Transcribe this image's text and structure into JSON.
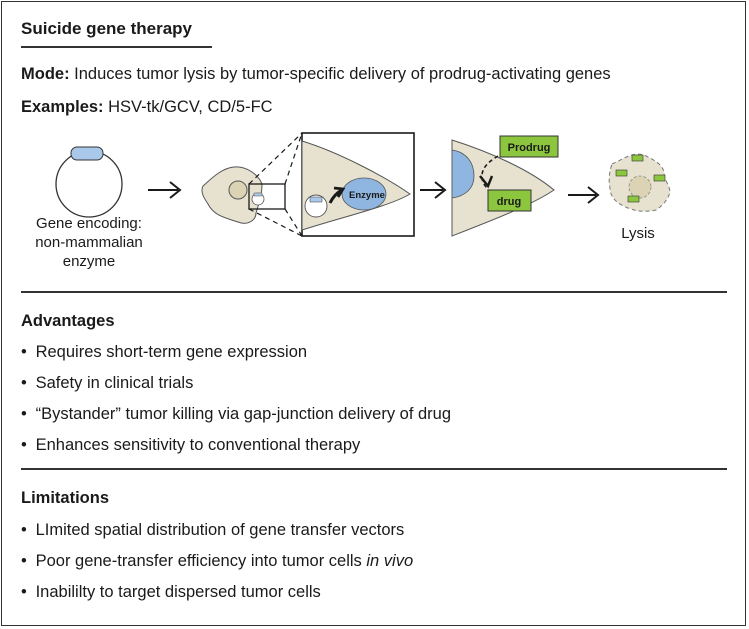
{
  "header": {
    "title": "Suicide gene therapy",
    "mode_label": "Mode:",
    "mode_text": "Induces tumor lysis by tumor-specific delivery of prodrug-activating genes",
    "examples_label": "Examples:",
    "examples_text": "HSV-tk/GCV, CD/5-FC"
  },
  "diagram": {
    "gene_caption_1": "Gene encoding:",
    "gene_caption_2": "non-mammalian",
    "gene_caption_3": "enzyme",
    "enzyme_label": "Enzyme",
    "prodrug_label": "Prodrug",
    "drug_label": "drug",
    "lysis_label": "Lysis"
  },
  "advantages": {
    "heading": "Advantages",
    "items": [
      "Requires short-term gene expression",
      "Safety in clinical trials",
      "“Bystander” tumor killing via gap-junction delivery of drug",
      "Enhances sensitivity to conventional therapy"
    ]
  },
  "limitations": {
    "heading": "Limitations",
    "item_1": "LImited spatial distribution of gene transfer vectors",
    "item_2_main": "Poor gene-transfer efficiency into tumor cells ",
    "item_2_italic": "in vivo",
    "item_3": "Inabililty to target dispersed tumor cells"
  },
  "colors": {
    "cell_fill": "#e6e2cf",
    "nucleus_fill": "#8fb6e0",
    "gene_fill": "#a9c8ea",
    "box_fill": "#8cc63f",
    "line": "#1a1a1a"
  }
}
